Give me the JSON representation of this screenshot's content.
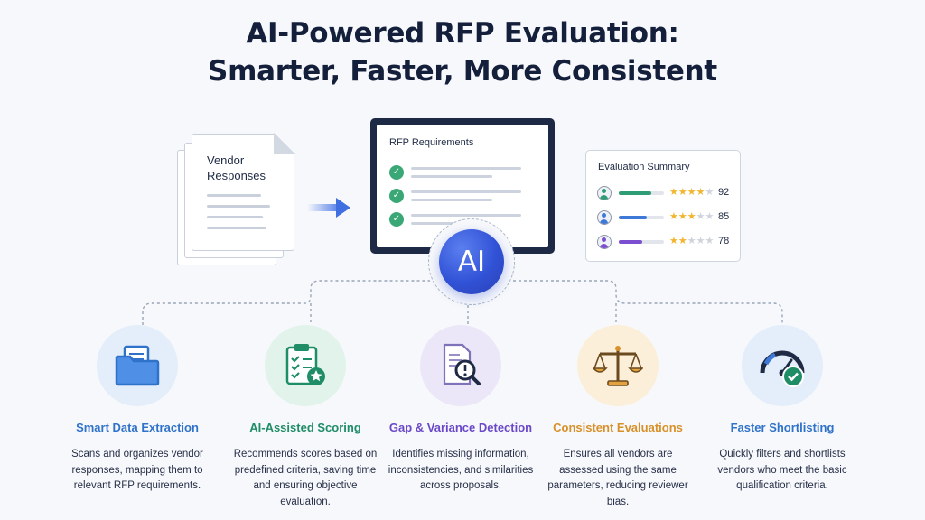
{
  "title": {
    "line1": "AI-Powered RFP Evaluation:",
    "line2": "Smarter, Faster, More Consistent"
  },
  "vendor_docs": {
    "label_line1": "Vendor",
    "label_line2": "Responses"
  },
  "rfp_screen": {
    "title": "RFP Requirements",
    "check_icon": "✓"
  },
  "ai_badge": {
    "label": "AI"
  },
  "evaluation_summary": {
    "title": "Evaluation Summary",
    "rows": [
      {
        "stars": 4,
        "score": "92",
        "color": "#2e9c74",
        "fill": 0.72
      },
      {
        "stars": 3,
        "score": "85",
        "color": "#3f79d8",
        "fill": 0.62
      },
      {
        "stars": 2,
        "score": "78",
        "color": "#7b4fcf",
        "fill": 0.52
      }
    ],
    "star_on_color": "#f2b530",
    "star_off_color": "#cfd4dc"
  },
  "features": [
    {
      "icon": "folder-document-icon",
      "title": "Smart Data Extraction",
      "desc": "Scans and organizes vendor responses, mapping them to relevant RFP requirements.",
      "accent": "#2f72c9",
      "bg": "#e4eefa"
    },
    {
      "icon": "clipboard-star-icon",
      "title": "AI-Assisted Scoring",
      "desc": "Recommends scores based on predefined criteria, saving time and ensuring objective evaluation.",
      "accent": "#1f8d66",
      "bg": "#e1f3ea"
    },
    {
      "icon": "document-magnifier-icon",
      "title": "Gap & Variance Detection",
      "desc": "Identifies missing information, inconsistencies, and similarities across proposals.",
      "accent": "#6a48c8",
      "bg": "#ece7f8"
    },
    {
      "icon": "balance-scale-icon",
      "title": "Consistent Evaluations",
      "desc": "Ensures all vendors are assessed using the same parameters, reducing reviewer bias.",
      "accent": "#d8912a",
      "bg": "#fbefd9"
    },
    {
      "icon": "speedometer-check-icon",
      "title": "Faster Shortlisting",
      "desc": "Quickly filters and shortlists vendors who meet the basic qualification criteria.",
      "accent": "#2f72c9",
      "bg": "#e4eefa"
    }
  ]
}
